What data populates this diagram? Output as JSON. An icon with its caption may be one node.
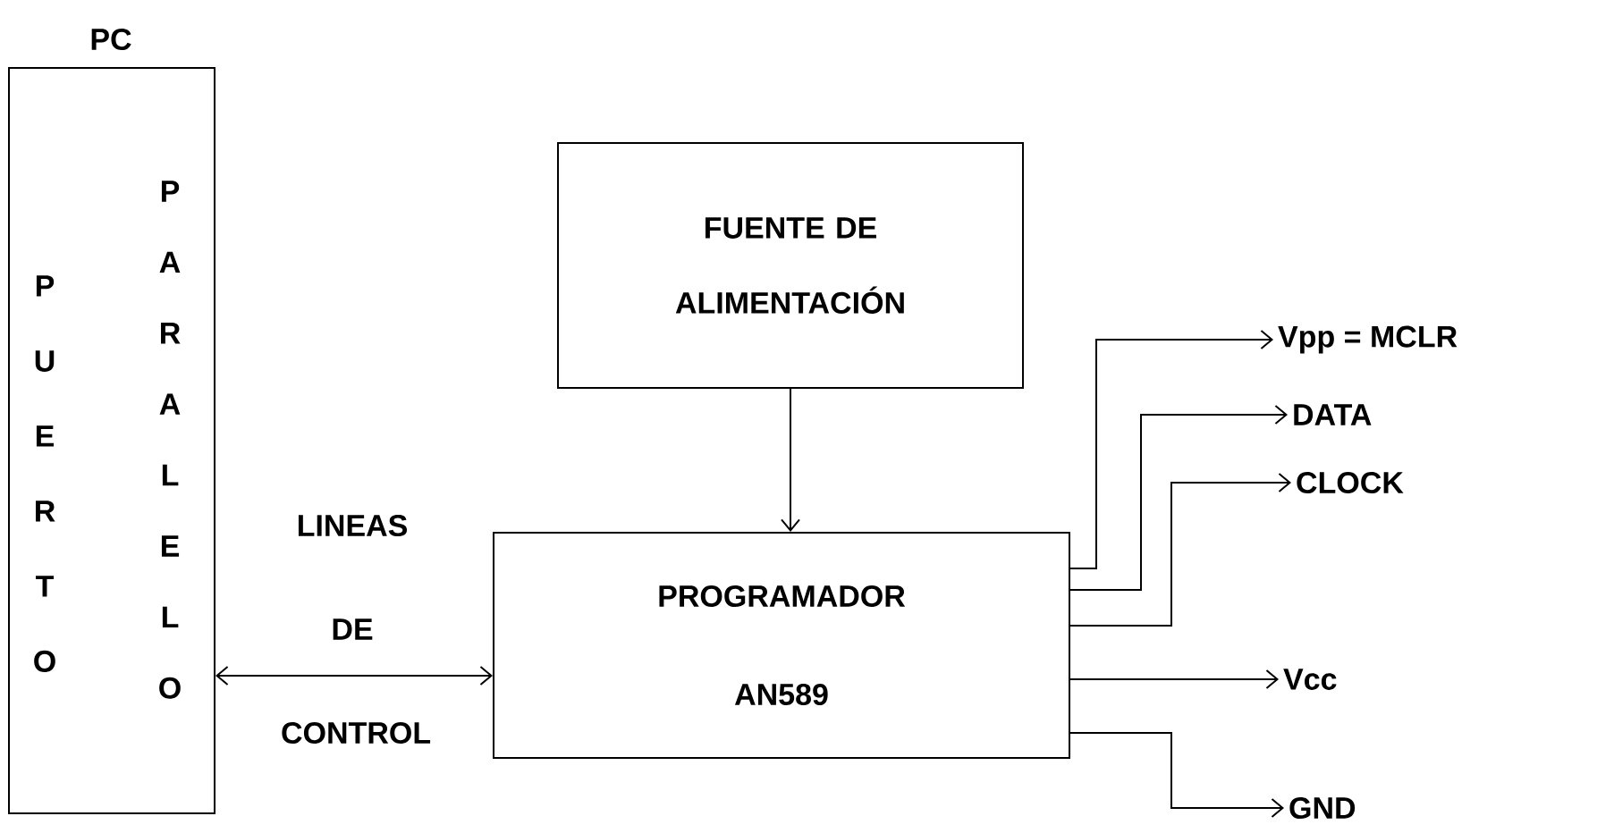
{
  "diagram": {
    "nodes": [
      {
        "text": [
          "PC",
          "PUERTO",
          "PARALELO"
        ]
      },
      {
        "text": [
          "FUENTE DE ALIMENTACIÓN"
        ]
      },
      {
        "text": [
          "PROGRAMADOR AN589"
        ]
      },
      {
        "text": [
          "Vpp = MCLR"
        ]
      },
      {
        "text": [
          "DATA"
        ]
      },
      {
        "text": [
          "CLOCK"
        ]
      },
      {
        "text": [
          "Vcc"
        ]
      },
      {
        "text": [
          "GND"
        ]
      }
    ],
    "edges": [
      {
        "from": 0,
        "to": 2,
        "arrow": "both",
        "label": "LINEAS DE CONTROL"
      },
      {
        "from": 1,
        "to": 2,
        "arrow": "to"
      },
      {
        "from": 2,
        "to": 3,
        "arrow": "to"
      },
      {
        "from": 2,
        "to": 4,
        "arrow": "to"
      },
      {
        "from": 2,
        "to": 5,
        "arrow": "to"
      },
      {
        "from": 2,
        "to": 6,
        "arrow": "to"
      },
      {
        "from": 2,
        "to": 7,
        "arrow": "to"
      }
    ]
  }
}
